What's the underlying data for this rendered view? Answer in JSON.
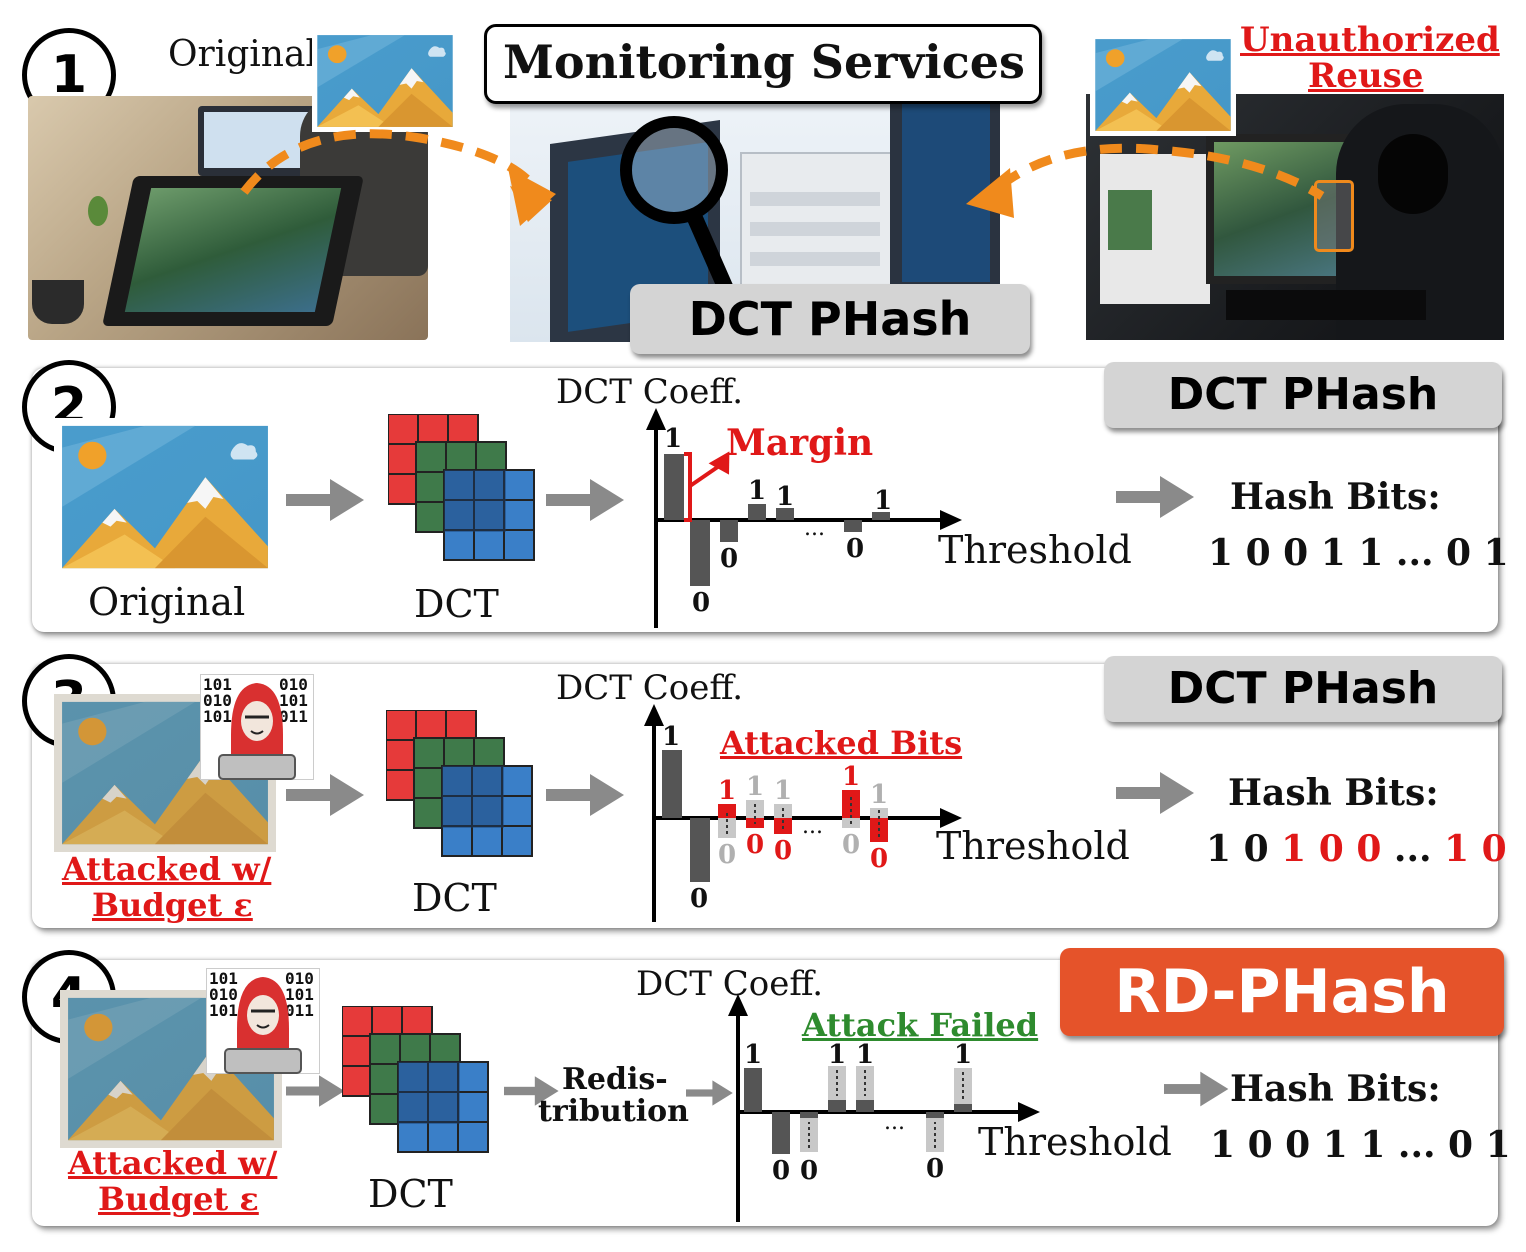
{
  "colors": {
    "red": "#e01818",
    "green": "#2e8b2e",
    "orange": "#f08a1c",
    "rd_badge": "#e5532a",
    "bar_dark": "#555555",
    "bar_light": "#c8c8c8",
    "badge_gray": "#d4d4d4"
  },
  "panel1": {
    "number": "1",
    "original_label": "Original",
    "monitoring_title": "Monitoring Services",
    "dct_phash_badge": "DCT PHash",
    "unauthorized_line1": "Unauthorized",
    "unauthorized_line2": "Reuse"
  },
  "panel2": {
    "number": "2",
    "badge": "DCT PHash",
    "image_label": "Original",
    "dct_label": "DCT",
    "axis_label": "DCT Coeff.",
    "margin_label": "Margin",
    "threshold_label": "Threshold",
    "hash_title": "Hash Bits:",
    "hash_value": "1 0 0 1 1 ... 0 1",
    "bit_labels": [
      "1",
      "0",
      "0",
      "1",
      "1",
      "0",
      "1"
    ],
    "ellipsis": "..."
  },
  "panel3": {
    "number": "3",
    "badge": "DCT PHash",
    "image_label_line1": "Attacked w/",
    "image_label_line2": "Budget ε",
    "dct_label": "DCT",
    "axis_label": "DCT Coeff.",
    "attacked_bits_label": "Attacked Bits",
    "threshold_label": "Threshold",
    "hash_title": "Hash Bits:",
    "hash_prefix": "1 0 ",
    "hash_red_mid": "1 0 0",
    "hash_dots": " ... ",
    "hash_red_end": "1 0",
    "bit_labels_black": [
      "1",
      "0"
    ],
    "bit_labels_red": [
      "1",
      "0",
      "0",
      "1",
      "0"
    ],
    "bit_labels_gray": [
      "0",
      "1",
      "1",
      "0",
      "1"
    ],
    "ellipsis": "..."
  },
  "panel4": {
    "number": "4",
    "badge": "RD-PHash",
    "image_label_line1": "Attacked w/",
    "image_label_line2": "Budget ε",
    "dct_label": "DCT",
    "redistribution_line1": "Redis-",
    "redistribution_line2": "tribution",
    "axis_label": "DCT Coeff.",
    "attack_failed_label": "Attack Failed",
    "threshold_label": "Threshold",
    "hash_title": "Hash Bits:",
    "hash_value": "1 0 0 1 1 ... 0 1",
    "bit_labels": [
      "1",
      "0",
      "0",
      "1",
      "1",
      "0",
      "1"
    ],
    "ellipsis": "..."
  },
  "hacker_binary": {
    "line1_left": "101",
    "line1_right": "010",
    "line2_left": "010",
    "line2_right": "101",
    "line3_left": "101",
    "line3_right": "011"
  },
  "icons": [
    "magnifier-icon",
    "mountain-image-icon",
    "hacker-icon",
    "arrow-right-icon",
    "dct-grid-icon",
    "server-icon",
    "dashed-arrow-icon"
  ]
}
